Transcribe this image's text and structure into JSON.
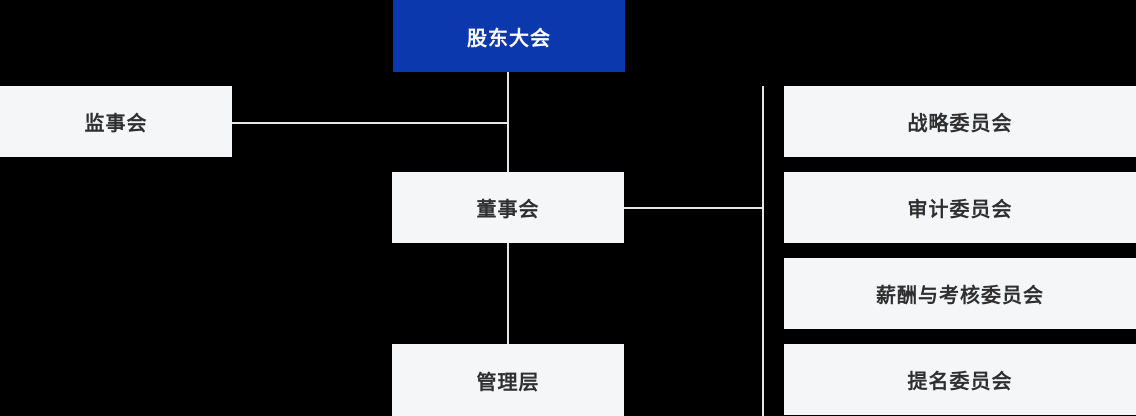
{
  "nodes": {
    "shareholders": {
      "label": "股东大会"
    },
    "supervisory": {
      "label": "监事会"
    },
    "board": {
      "label": "董事会"
    },
    "management": {
      "label": "管理层"
    },
    "committees": [
      {
        "label": "战略委员会"
      },
      {
        "label": "审计委员会"
      },
      {
        "label": "薪酬与考核委员会"
      },
      {
        "label": "提名委员会"
      }
    ]
  },
  "colors": {
    "background": "#000000",
    "root_bg": "#0b38ad",
    "root_text": "#ffffff",
    "node_bg": "#f5f6f8",
    "node_text": "#2f2f2f",
    "connector": "#e6e6e6"
  }
}
